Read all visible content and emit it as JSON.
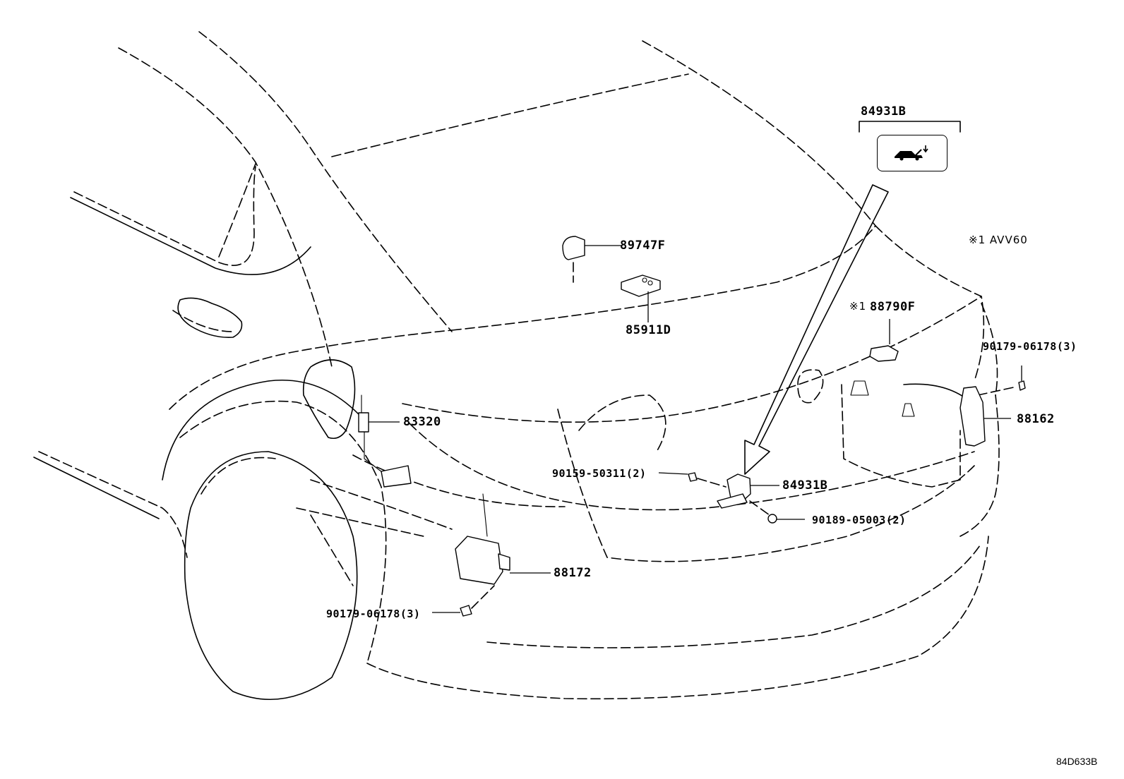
{
  "diagram_id": "84D633B",
  "note": "※1 AVV60",
  "switch_symbol_icon": "trunk-open-icon",
  "callouts": {
    "p89747f": "89747F",
    "p85911d": "85911D",
    "p83320": "83320",
    "p84931b_top": "84931B",
    "p84931b_mid": "84931B",
    "p88790f_prefix": "※1",
    "p88790f": "88790F",
    "p90179_right": "90179-06178(3)",
    "p88162": "88162",
    "p90159": "90159-50311(2)",
    "p90189": "90189-05003(2)",
    "p88172": "88172",
    "p90179_left": "90179-06178(3)"
  }
}
